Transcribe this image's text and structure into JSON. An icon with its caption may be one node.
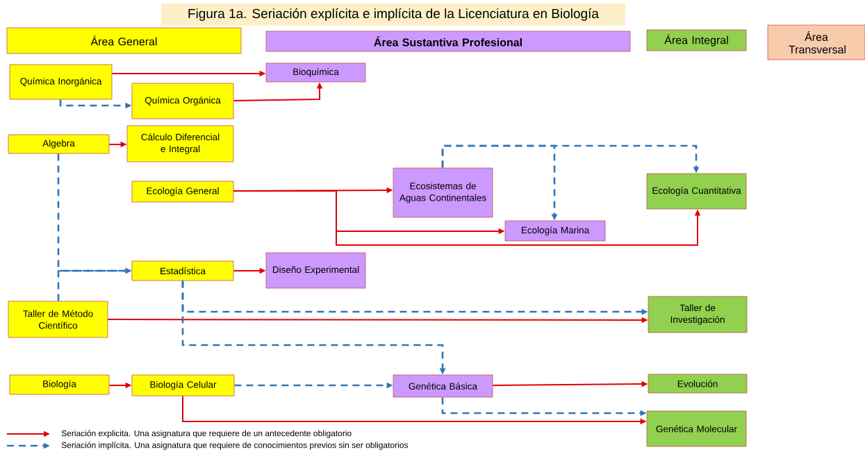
{
  "diagram": {
    "title": "Figura 1a. Seriación explícita e implícita de la Licenciatura en Biología",
    "nodes": [
      {
        "text": [
          "Área General"
        ]
      },
      {
        "text": [
          "**Área Sustantiva Profesional**"
        ]
      },
      {
        "text": [
          "Área Integral"
        ]
      },
      {
        "text": [
          "Área Transversal"
        ]
      },
      {
        "text": [
          "Química Inorgánica"
        ]
      },
      {
        "text": [
          "Bioquímica"
        ]
      },
      {
        "text": [
          "Química Orgánica"
        ]
      },
      {
        "text": [
          "Algebra"
        ]
      },
      {
        "text": [
          "Cálculo Diferencial e Integral"
        ]
      },
      {
        "text": [
          "Ecología General"
        ]
      },
      {
        "text": [
          "Ecosistemas de Aguas Continentales"
        ]
      },
      {
        "text": [
          "Ecología Cuantitativa"
        ]
      },
      {
        "text": [
          "Ecología Marina"
        ]
      },
      {
        "text": [
          "Estadística"
        ]
      },
      {
        "text": [
          "Diseño Experimental"
        ]
      },
      {
        "text": [
          "Taller de Método Científico"
        ]
      },
      {
        "text": [
          "Taller de Investigación"
        ]
      },
      {
        "text": [
          "Biología"
        ]
      },
      {
        "text": [
          "Biología Celular"
        ]
      },
      {
        "text": [
          "Genética Básica"
        ]
      },
      {
        "text": [
          "Evolución"
        ]
      },
      {
        "text": [
          "Genética Molecular"
        ]
      }
    ],
    "edges": [
      {
        "from": 4,
        "to": 5,
        "arrow": "to"
      },
      {
        "from": 6,
        "to": 5,
        "arrow": "to"
      },
      {
        "from": 4,
        "to": 6,
        "arrow": "to",
        "style": "dashed",
        "color": "#2e75b6"
      },
      {
        "from": 7,
        "to": 8,
        "arrow": "to"
      },
      {
        "from": 9,
        "to": 10,
        "arrow": "to"
      },
      {
        "from": 9,
        "to": 12,
        "arrow": "to"
      },
      {
        "from": 9,
        "to": 11,
        "arrow": "to"
      },
      {
        "from": 10,
        "to": 12,
        "arrow": "to",
        "style": "dashed",
        "color": "#2e75b6"
      },
      {
        "from": 10,
        "to": 11,
        "arrow": "to",
        "style": "dashed",
        "color": "#2e75b6"
      },
      {
        "from": 7,
        "to": 13,
        "arrow": "to",
        "style": "dashed",
        "color": "#2e75b6"
      },
      {
        "from": 15,
        "to": 13,
        "arrow": "to",
        "style": "dashed",
        "color": "#2e75b6"
      },
      {
        "from": 13,
        "to": 14,
        "arrow": "to"
      },
      {
        "from": 15,
        "to": 16,
        "arrow": "to"
      },
      {
        "from": 13,
        "to": 16,
        "arrow": "to",
        "style": "dashed",
        "color": "#2e75b6"
      },
      {
        "from": 13,
        "to": 19,
        "arrow": "to",
        "style": "dashed",
        "color": "#2e75b6"
      },
      {
        "from": 17,
        "to": 18,
        "arrow": "to"
      },
      {
        "from": 18,
        "to": 19,
        "arrow": "to",
        "style": "dashed",
        "color": "#2e75b6"
      },
      {
        "from": 19,
        "to": 20,
        "arrow": "to"
      },
      {
        "from": 19,
        "to": 21,
        "arrow": "to",
        "style": "dashed",
        "color": "#2e75b6"
      },
      {
        "from": 18,
        "to": 21,
        "arrow": "to"
      }
    ],
    "legend": [
      {
        "text": "Seriación explicita. Una asignatura que requiere de un antecedente obligatorio"
      },
      {
        "text": "Seriación implícita. Una asignatura que requiere de conocimientos previos sin ser obligatorios"
      }
    ]
  }
}
